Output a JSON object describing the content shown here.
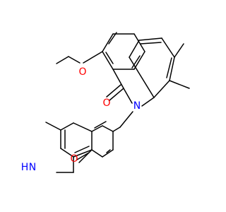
{
  "colors": {
    "background": "#ffffff",
    "bond": "#000000",
    "oxygen": "#ff0000",
    "nitrogen": "#0000ff",
    "carbon": "#000000"
  },
  "labels": {
    "methoxy_oxygen": "O",
    "carbonyl_oxygen": "O",
    "amide_nitrogen": "N",
    "lactam_oxygen": "O",
    "ring_nh_h": "H",
    "ring_nh_n": "N"
  }
}
